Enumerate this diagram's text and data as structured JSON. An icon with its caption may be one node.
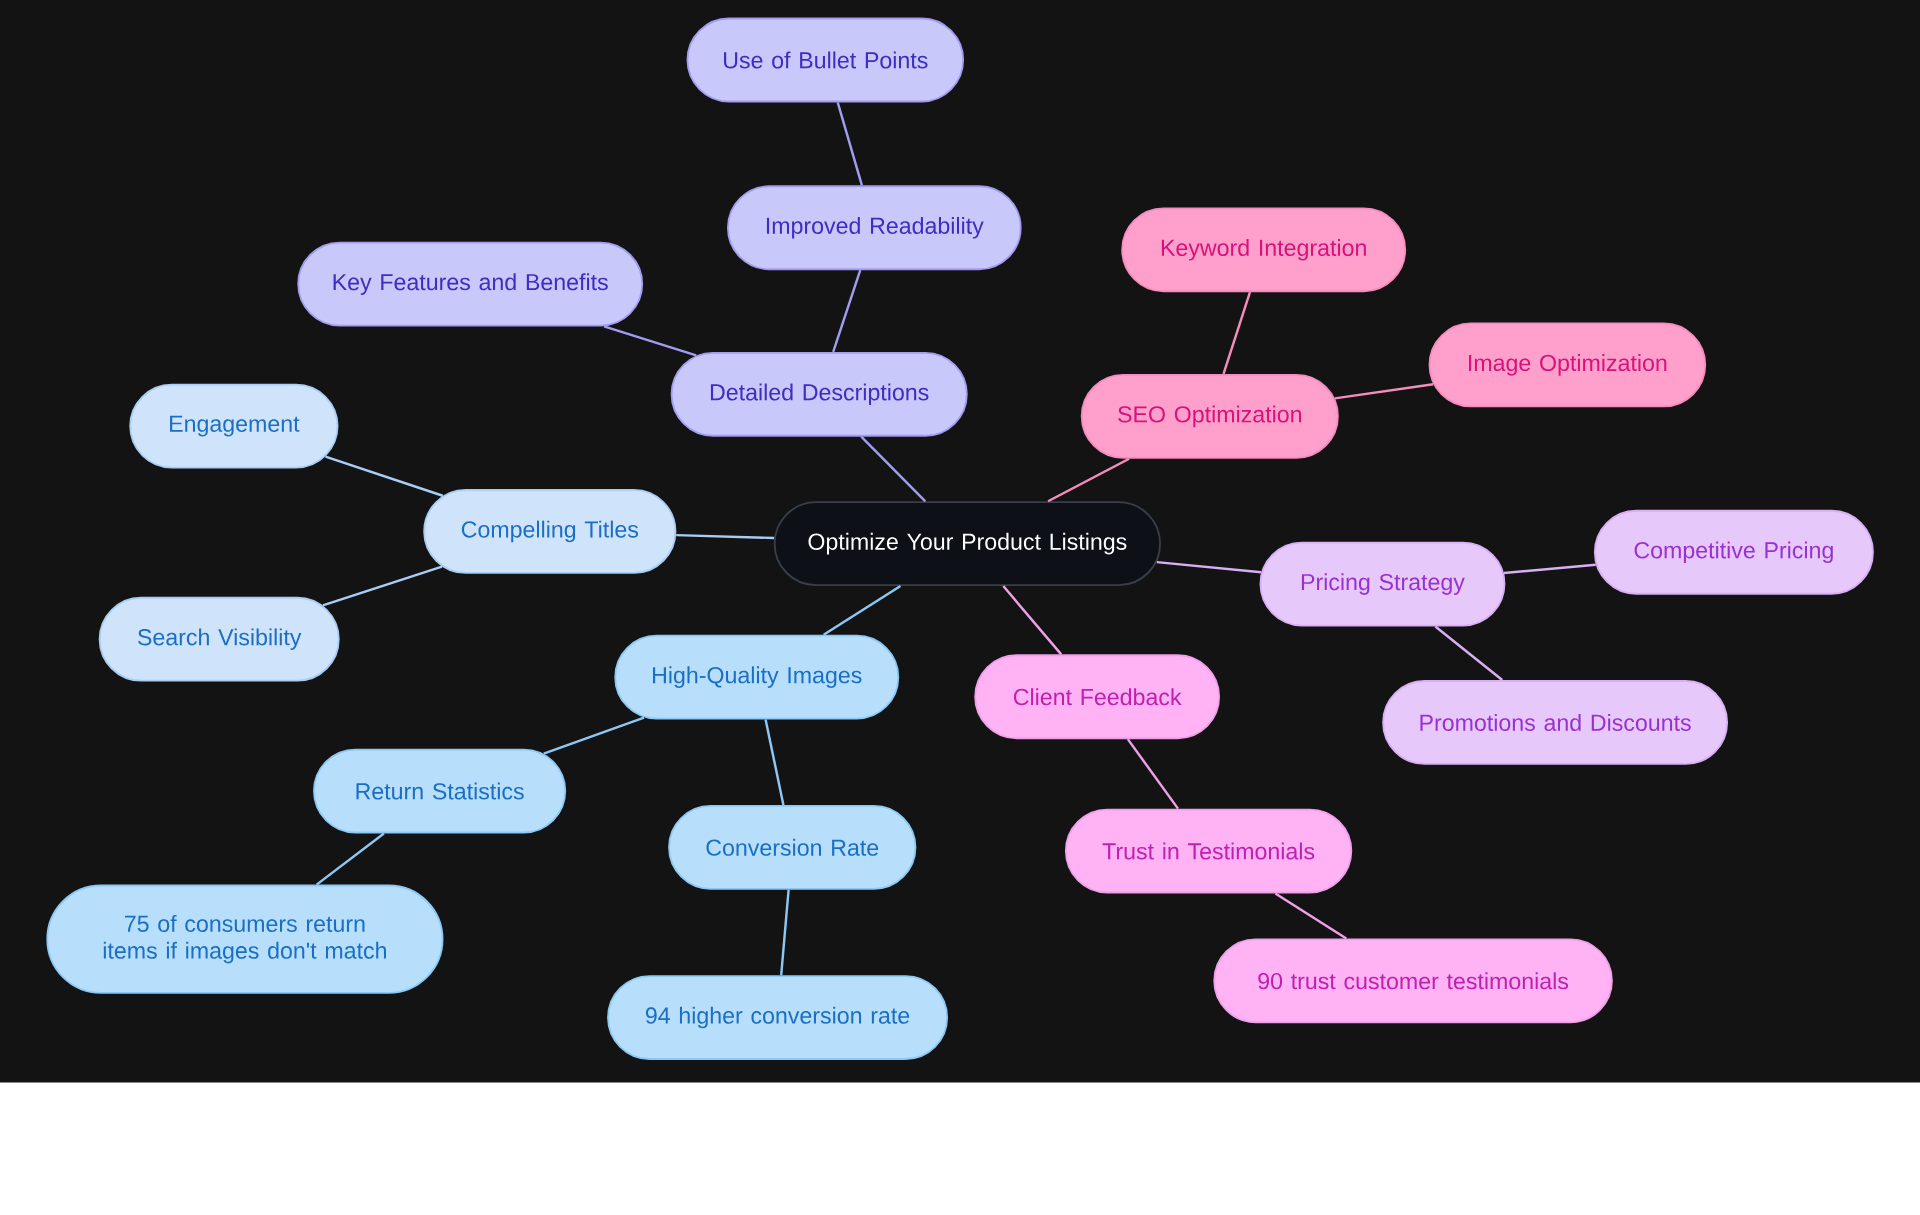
{
  "diagram": {
    "nodes": [
      {
        "text": [
          "Optimize Your Product Listings"
        ]
      },
      {
        "text": [
          "Detailed Descriptions"
        ]
      },
      {
        "text": [
          "Improved Readability"
        ]
      },
      {
        "text": [
          "Use of Bullet Points"
        ]
      },
      {
        "text": [
          "Key Features and Benefits"
        ]
      },
      {
        "text": [
          "Compelling Titles"
        ]
      },
      {
        "text": [
          "Engagement"
        ]
      },
      {
        "text": [
          "Search Visibility"
        ]
      },
      {
        "text": [
          "High-Quality Images"
        ]
      },
      {
        "text": [
          "Return Statistics"
        ]
      },
      {
        "text": [
          "75 of consumers return items if images don't match"
        ]
      },
      {
        "text": [
          "Conversion Rate"
        ]
      },
      {
        "text": [
          "94 higher conversion rate"
        ]
      },
      {
        "text": [
          "SEO Optimization"
        ]
      },
      {
        "text": [
          "Keyword Integration"
        ]
      },
      {
        "text": [
          "Image Optimization"
        ]
      },
      {
        "text": [
          "Pricing Strategy"
        ]
      },
      {
        "text": [
          "Competitive Pricing"
        ]
      },
      {
        "text": [
          "Promotions and Discounts"
        ]
      },
      {
        "text": [
          "Client Feedback"
        ]
      },
      {
        "text": [
          "Trust in Testimonials"
        ]
      },
      {
        "text": [
          "90 trust customer testimonials"
        ]
      }
    ],
    "edges": [
      {
        "from": 0,
        "to": 1,
        "arrow": "none",
        "color": "#a09cf0"
      },
      {
        "from": 1,
        "to": 2,
        "arrow": "none",
        "color": "#a09cf0"
      },
      {
        "from": 2,
        "to": 3,
        "arrow": "none",
        "color": "#a09cf0"
      },
      {
        "from": 1,
        "to": 4,
        "arrow": "none",
        "color": "#a09cf0"
      },
      {
        "from": 0,
        "to": 5,
        "arrow": "none",
        "color": "#a8cdf5"
      },
      {
        "from": 5,
        "to": 6,
        "arrow": "none",
        "color": "#a8cdf5"
      },
      {
        "from": 5,
        "to": 7,
        "arrow": "none",
        "color": "#a8cdf5"
      },
      {
        "from": 0,
        "to": 8,
        "arrow": "none",
        "color": "#8cc8f5"
      },
      {
        "from": 8,
        "to": 9,
        "arrow": "none",
        "color": "#8cc8f5"
      },
      {
        "from": 9,
        "to": 10,
        "arrow": "none",
        "color": "#8cc8f5"
      },
      {
        "from": 8,
        "to": 11,
        "arrow": "none",
        "color": "#8cc8f5"
      },
      {
        "from": 11,
        "to": 12,
        "arrow": "none",
        "color": "#8cc8f5"
      },
      {
        "from": 0,
        "to": 13,
        "arrow": "none",
        "color": "#f58cbc"
      },
      {
        "from": 13,
        "to": 14,
        "arrow": "none",
        "color": "#f58cbc"
      },
      {
        "from": 13,
        "to": 15,
        "arrow": "none",
        "color": "#f58cbc"
      },
      {
        "from": 0,
        "to": 16,
        "arrow": "none",
        "color": "#d8aef5"
      },
      {
        "from": 16,
        "to": 17,
        "arrow": "none",
        "color": "#d8aef5"
      },
      {
        "from": 16,
        "to": 18,
        "arrow": "none",
        "color": "#d8aef5"
      },
      {
        "from": 0,
        "to": 19,
        "arrow": "none",
        "color": "#f0a0e8"
      },
      {
        "from": 19,
        "to": 20,
        "arrow": "none",
        "color": "#f0a0e8"
      },
      {
        "from": 20,
        "to": 21,
        "arrow": "none",
        "color": "#f0a0e8"
      }
    ]
  }
}
